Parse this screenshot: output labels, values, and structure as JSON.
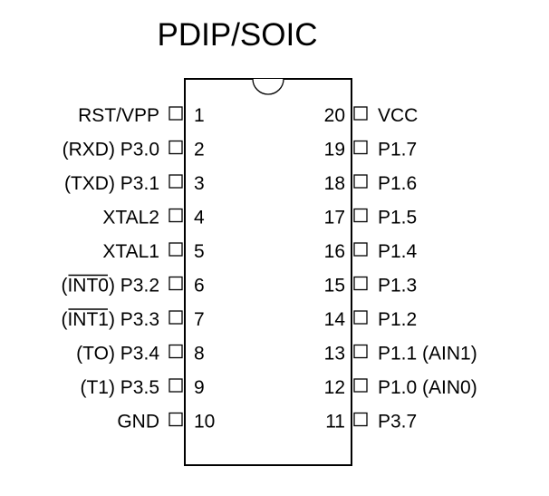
{
  "title": "PDIP/SOIC",
  "left_pins": [
    {
      "number": "1",
      "name": "RST/VPP",
      "alt": "",
      "alt_overline": false
    },
    {
      "number": "2",
      "name": "P3.0",
      "alt": "RXD",
      "alt_overline": false
    },
    {
      "number": "3",
      "name": "P3.1",
      "alt": "TXD",
      "alt_overline": false
    },
    {
      "number": "4",
      "name": "XTAL2",
      "alt": "",
      "alt_overline": false
    },
    {
      "number": "5",
      "name": "XTAL1",
      "alt": "",
      "alt_overline": false
    },
    {
      "number": "6",
      "name": "P3.2",
      "alt": "INT0",
      "alt_overline": true
    },
    {
      "number": "7",
      "name": "P3.3",
      "alt": "INT1",
      "alt_overline": true
    },
    {
      "number": "8",
      "name": "P3.4",
      "alt": "TO",
      "alt_overline": false
    },
    {
      "number": "9",
      "name": "P3.5",
      "alt": "T1",
      "alt_overline": false
    },
    {
      "number": "10",
      "name": "GND",
      "alt": "",
      "alt_overline": false
    }
  ],
  "right_pins": [
    {
      "number": "20",
      "name": "VCC",
      "alt": ""
    },
    {
      "number": "19",
      "name": "P1.7",
      "alt": ""
    },
    {
      "number": "18",
      "name": "P1.6",
      "alt": ""
    },
    {
      "number": "17",
      "name": "P1.5",
      "alt": ""
    },
    {
      "number": "16",
      "name": "P1.4",
      "alt": ""
    },
    {
      "number": "15",
      "name": "P1.3",
      "alt": ""
    },
    {
      "number": "14",
      "name": "P1.2",
      "alt": ""
    },
    {
      "number": "13",
      "name": "P1.1",
      "alt": "AIN1"
    },
    {
      "number": "12",
      "name": "P1.0",
      "alt": "AIN0"
    },
    {
      "number": "11",
      "name": "P3.7",
      "alt": ""
    }
  ]
}
